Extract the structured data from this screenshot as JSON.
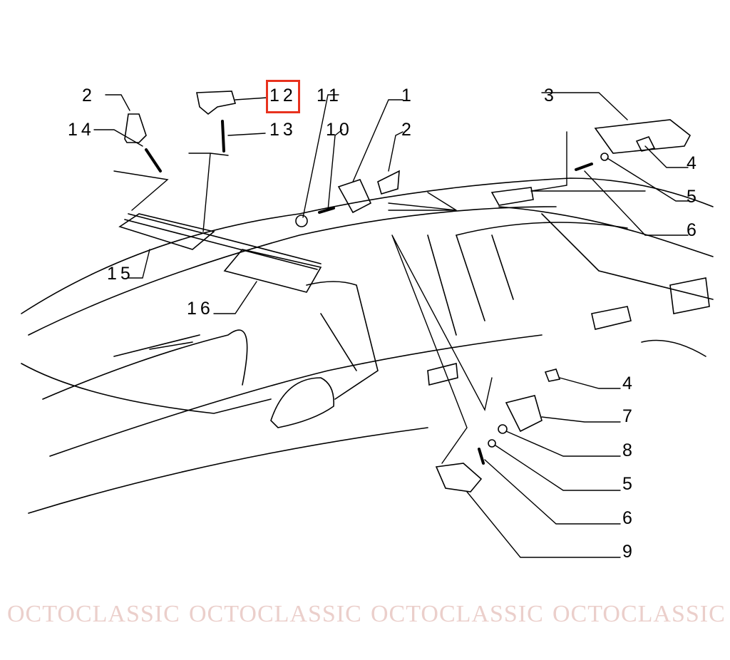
{
  "watermark": "OCTOCLASSIC",
  "highlight_color": "#e8321e",
  "highlighted_label": "12",
  "labels": [
    "2",
    "14",
    "12",
    "11",
    "10",
    "1",
    "2",
    "13",
    "3",
    "4",
    "5",
    "6",
    "15",
    "16",
    "4",
    "7",
    "8",
    "5",
    "6",
    "9"
  ]
}
